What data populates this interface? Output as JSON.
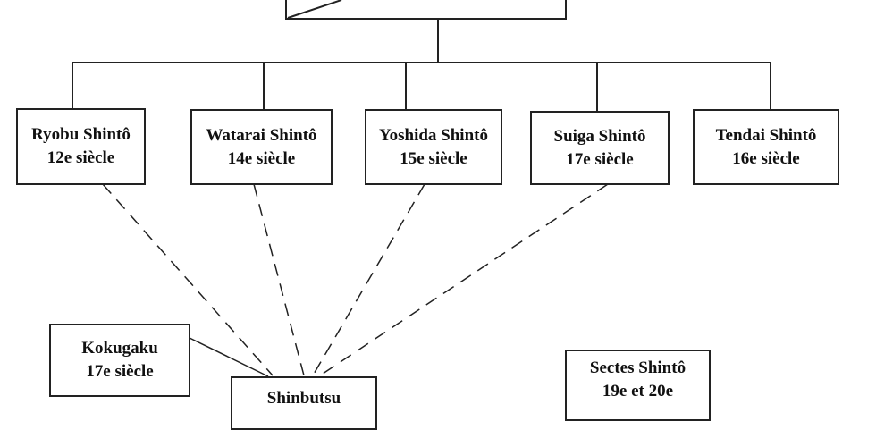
{
  "diagram": {
    "schools": [
      {
        "name": "Ryobu Shintô",
        "period": "12e siècle"
      },
      {
        "name": "Watarai Shintô",
        "period": "14e siècle"
      },
      {
        "name": "Yoshida Shintô",
        "period": "15e siècle"
      },
      {
        "name": "Suiga Shintô",
        "period": "17e siècle"
      },
      {
        "name": "Tendai Shintô",
        "period": "16e siècle"
      }
    ],
    "kokugaku": {
      "name": "Kokugaku",
      "period": "17e siècle"
    },
    "shinbutsu": {
      "name": "Shinbutsu"
    },
    "sectes": {
      "name": "Sectes Shintô",
      "period": "19e et 20e"
    }
  }
}
